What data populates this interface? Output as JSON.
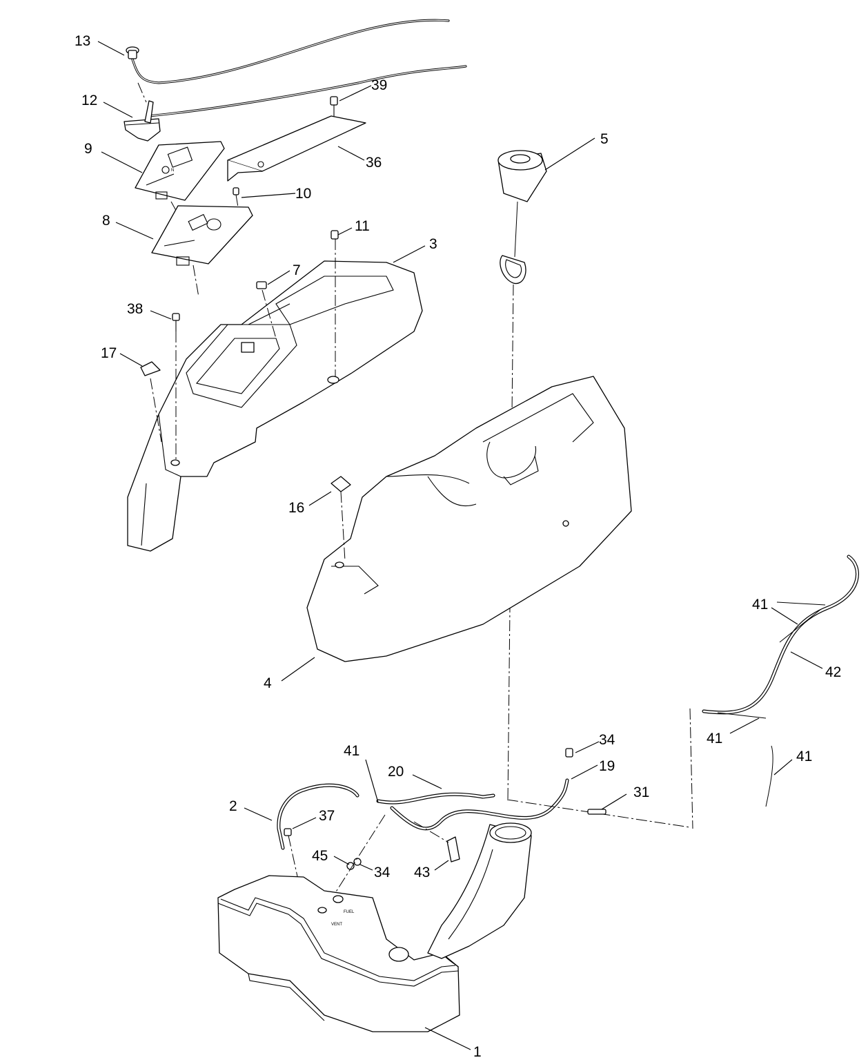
{
  "callouts": [
    {
      "id": "c1",
      "label": "1"
    },
    {
      "id": "c2",
      "label": "2"
    },
    {
      "id": "c3",
      "label": "3"
    },
    {
      "id": "c4",
      "label": "4"
    },
    {
      "id": "c5",
      "label": "5"
    },
    {
      "id": "c7",
      "label": "7"
    },
    {
      "id": "c8",
      "label": "8"
    },
    {
      "id": "c9",
      "label": "9"
    },
    {
      "id": "c10",
      "label": "10"
    },
    {
      "id": "c11",
      "label": "11"
    },
    {
      "id": "c12",
      "label": "12"
    },
    {
      "id": "c13",
      "label": "13"
    },
    {
      "id": "c16",
      "label": "16"
    },
    {
      "id": "c17",
      "label": "17"
    },
    {
      "id": "c19",
      "label": "19"
    },
    {
      "id": "c20",
      "label": "20"
    },
    {
      "id": "c31",
      "label": "31"
    },
    {
      "id": "c34a",
      "label": "34"
    },
    {
      "id": "c34b",
      "label": "34"
    },
    {
      "id": "c36",
      "label": "36"
    },
    {
      "id": "c37",
      "label": "37"
    },
    {
      "id": "c38",
      "label": "38"
    },
    {
      "id": "c39",
      "label": "39"
    },
    {
      "id": "c41a",
      "label": "41"
    },
    {
      "id": "c41b",
      "label": "41"
    },
    {
      "id": "c41c",
      "label": "41"
    },
    {
      "id": "c41d",
      "label": "41"
    },
    {
      "id": "c42",
      "label": "42"
    },
    {
      "id": "c43",
      "label": "43"
    },
    {
      "id": "c45",
      "label": "45"
    }
  ],
  "tank_markings": {
    "fuel": "FUEL",
    "vent": "VENT"
  },
  "decal_markings": {
    "n": "N"
  },
  "colors": {
    "line": "#000000",
    "background": "#ffffff"
  }
}
